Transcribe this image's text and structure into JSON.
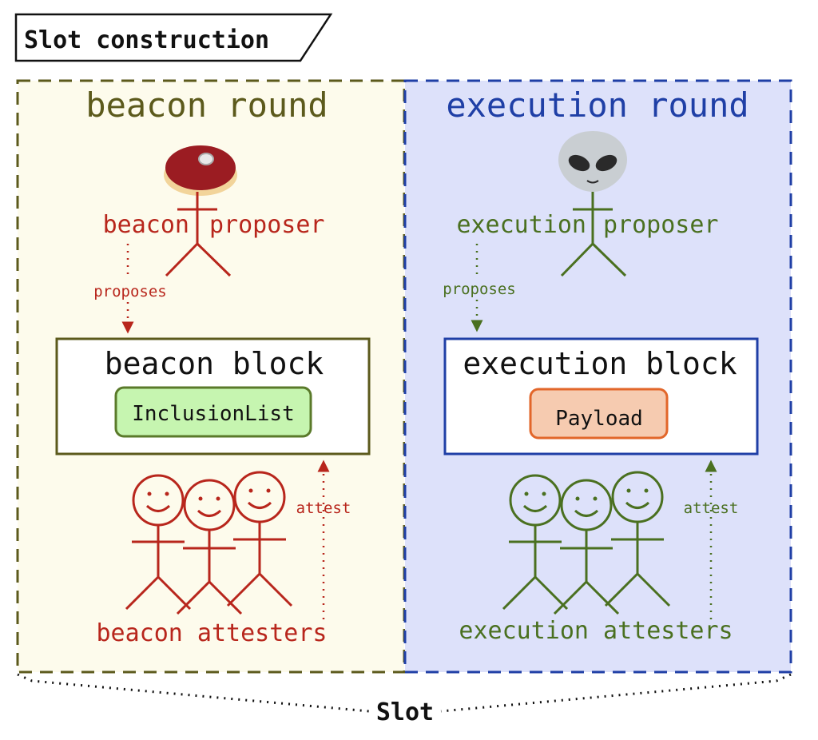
{
  "header": {
    "title": "Slot construction"
  },
  "beacon": {
    "round_title": "beacon round",
    "proposer_left": "beacon",
    "proposer_right": "proposer",
    "proposes_label": "proposes",
    "block_title": "beacon block",
    "block_item": "InclusionList",
    "attest_label": "attest",
    "attesters_label": "beacon attesters",
    "proposer_icon": "meat-icon"
  },
  "execution": {
    "round_title": "execution round",
    "proposer_left": "execution",
    "proposer_right": "proposer",
    "proposes_label": "proposes",
    "block_title": "execution block",
    "block_item": "Payload",
    "attest_label": "attest",
    "attesters_label": "execution attesters",
    "proposer_icon": "alien-icon"
  },
  "footer": {
    "slot_label": "Slot"
  },
  "colors": {
    "beacon_border": "#5c5a1c",
    "beacon_bg": "#fdfbec",
    "beacon_red": "#b8261c",
    "execution_border": "#1f3fa6",
    "execution_bg": "#dde1fa",
    "execution_green": "#4a7020",
    "inclusion_fill": "#c6f5b0",
    "payload_fill": "#f6cbb0"
  }
}
